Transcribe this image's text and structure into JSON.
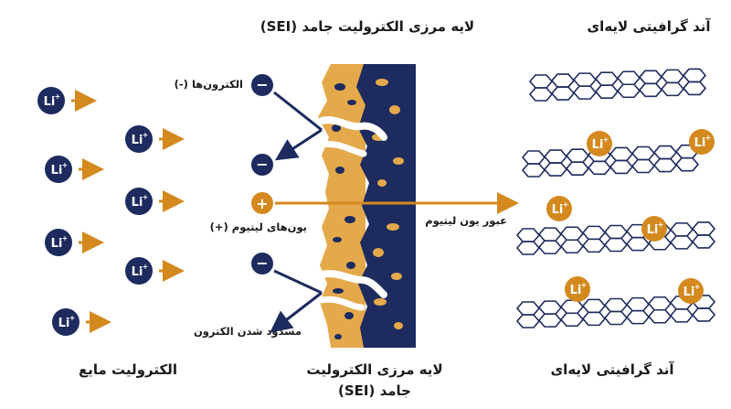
{
  "titles": {
    "sei_top": "لایه مرزی الکترولیت جامد (SEI)",
    "anode_top": "آند گرافیتی لایه‌ای",
    "electrolyte_bottom": "الکترولیت مایع",
    "sei_bottom_line1": "لایه مرزی الکترولیت",
    "sei_bottom_line2": "جامد (SEI)",
    "anode_bottom": "آند گرافیتی لایه‌ای"
  },
  "labels": {
    "electrons": "الکترون‌ها (-)",
    "lithium_ions": "یون‌های لیتیوم (+)",
    "ion_passage": "عبور یون لیتیوم",
    "electron_blocking": "مسدود شدن الکترون"
  },
  "ion": {
    "symbol": "Li",
    "charge": "+"
  },
  "charges": {
    "negative": "−",
    "positive": "+"
  },
  "colors": {
    "navy": "#1d2b5e",
    "gold": "#d4891f",
    "sei_light": "#e3a94b",
    "white": "#ffffff"
  }
}
